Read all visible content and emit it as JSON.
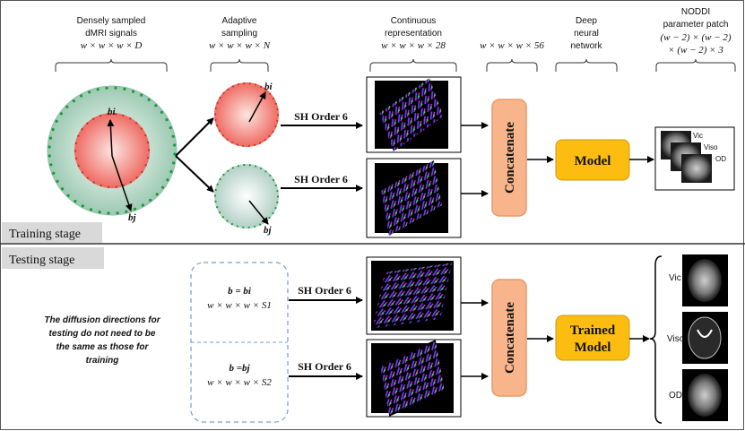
{
  "headers": {
    "col1_line1": "Densely sampled",
    "col1_line2": "dMRI signals",
    "col1_dim": "w × w × w × D",
    "col2_line1": "Adaptive",
    "col2_line2": "sampling",
    "col2_dim": "w × w × w × N",
    "col3_line1": "Continuous",
    "col3_line2": "representation",
    "col3_dim": "w × w × w × 28",
    "col4_dim": "w × w × w × 56",
    "col5_line1": "Deep",
    "col5_line2": "neural",
    "col5_line3": "network",
    "col6_line1": "NODDI",
    "col6_line2": "parameter patch",
    "col6_dim1": "(w − 2) × (w − 2)",
    "col6_dim2": "× (w − 2) × 3"
  },
  "training": {
    "stage_label": "Training stage",
    "big_vec_bi": "bi",
    "big_vec_bj": "bj",
    "small_vec_bi": "bi",
    "small_vec_bj": "bj",
    "sh_top": "SH Order 6",
    "sh_bottom": "SH Order 6",
    "concat": "Concatenate",
    "model": "Model",
    "map_labels": [
      "Vic",
      "Viso",
      "OD"
    ]
  },
  "testing": {
    "stage_label": "Testing stage",
    "note_lines": [
      "The diffusion directions for",
      "testing do not need to be",
      "the same as those for",
      "training"
    ],
    "b1_eq": "b = bi",
    "b1_dim": "w × w × w × S1",
    "b2_eq": "b =bj",
    "b2_dim": "w × w × w × S2",
    "sh_top": "SH Order 6",
    "sh_bottom": "SH Order 6",
    "concat": "Concatenate",
    "model_line1": "Trained",
    "model_line2": "Model",
    "out_labels": [
      "Vic",
      "Viso",
      "OD"
    ]
  },
  "colors": {
    "outer_sphere": "#b5d6c5",
    "inner_sphere": "#f07a72",
    "concat_fill": "#f8b58c",
    "model_fill": "#fdbd10",
    "stage_bg": "#d9d9d9",
    "dashed": "#7a9cc6"
  }
}
